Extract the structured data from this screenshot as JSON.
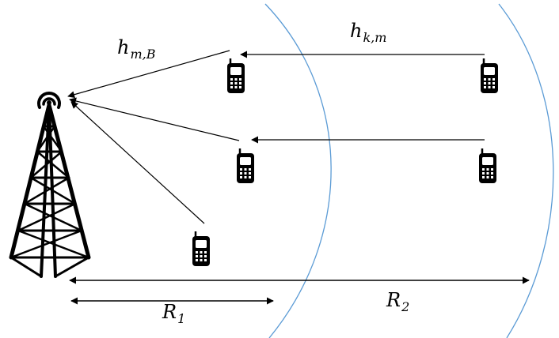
{
  "labels": {
    "h_mb": {
      "main": "h",
      "sub": "m,B"
    },
    "h_km": {
      "main": "h",
      "sub": "k,m"
    },
    "r1": {
      "main": "R",
      "sub": "1"
    },
    "r2": {
      "main": "R",
      "sub": "2"
    }
  },
  "colors": {
    "stroke": "#000000",
    "boundary": "#5b9bd5",
    "phone_screen": "#ffffff"
  },
  "icons": {
    "tower": "cell-tower-icon",
    "phone": "mobile-phone-icon"
  }
}
